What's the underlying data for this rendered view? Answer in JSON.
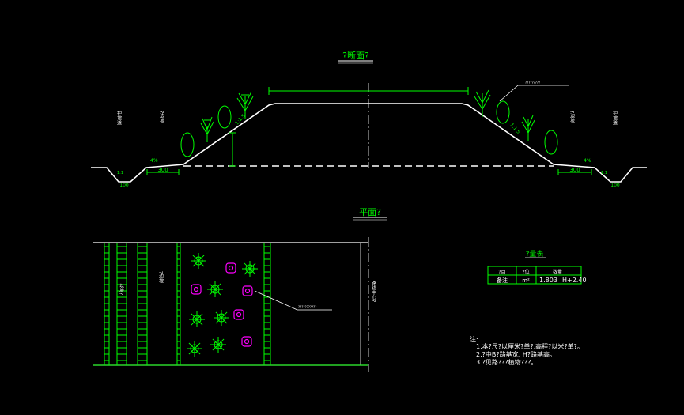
{
  "colors": {
    "background": "#000000",
    "line": "#ffffff",
    "dim": "#00ff00",
    "shrub": "#00ff00",
    "flower": "#ff00ff",
    "text": "#ffffff",
    "note": "#00ff00"
  },
  "section": {
    "title": "?断面?",
    "dim_labels": {
      "left_spacing": "300",
      "right_spacing": "300",
      "left_slope_small": "4%",
      "right_slope_small": "4%",
      "left_side_slope": "1:1.5",
      "right_side_slope": "1:1.5",
      "ditch_left": "100",
      "ditch_right": "100",
      "ditch_left_slope": "1:1",
      "ditch_right_slope": "1:1"
    },
    "side_labels": {
      "far_left": "护坡道",
      "left": "?边坡",
      "right": "?边坡",
      "far_right": "护坡道"
    },
    "callout": "?????????"
  },
  "plan": {
    "title": "平面?",
    "left_band_label": "以坡?",
    "left_mid_label": "?边坡",
    "right_label": "路线中心?",
    "callout": "???????????"
  },
  "table": {
    "title": "?量表",
    "headers": [
      "?目",
      "?位",
      "数量"
    ],
    "row": [
      "备注",
      "m²",
      "1.803",
      "H+2.40"
    ]
  },
  "notes": {
    "lines": [
      "注:",
      "1.本?尺?以厘米?单?,高程?以米?单?。",
      "2.?中B?路基宽, H?路基高。",
      "3.?见路???植物???。"
    ]
  },
  "icons": [
    "shrub-icon",
    "flower-icon"
  ]
}
